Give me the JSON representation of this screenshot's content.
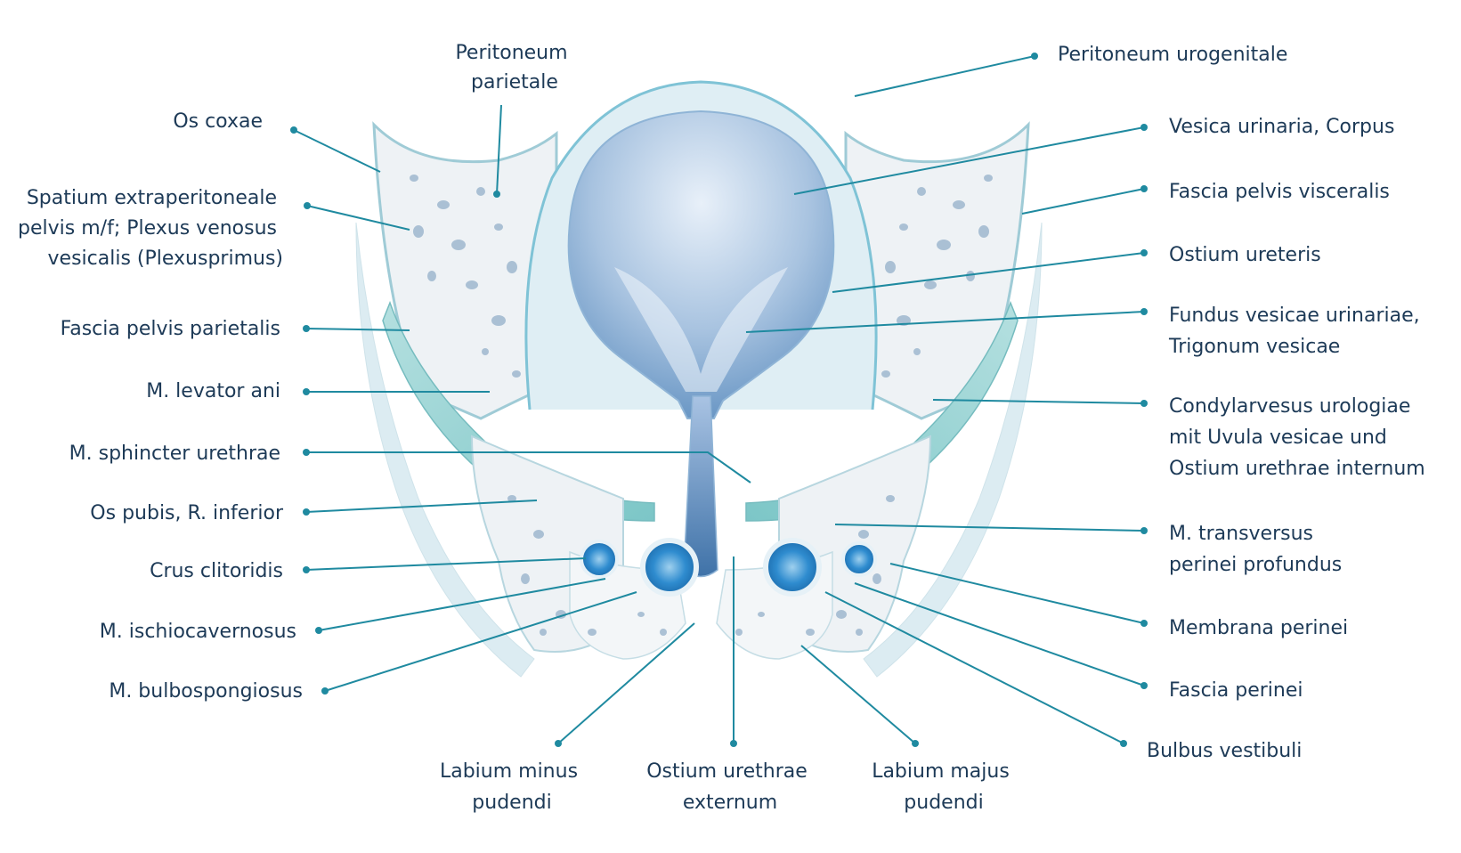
{
  "labels": {
    "os_coxae": "Os coxae",
    "peritoneum_parietale": [
      "Peritoneum",
      "parietale"
    ],
    "peritoneum_urogenitale": "Peritoneum urogenitale",
    "vesica_urinaria": "Vesica urinaria, Corpus",
    "spatium": [
      "Spatium extraperitoneale",
      "pelvis m/f; Plexus venosus",
      "vesicalis (Plexusprimus)"
    ],
    "fascia_pelvis_visceralis": "Fascia pelvis visceralis",
    "ostium_ureteris": "Ostium ureteris",
    "fascia_pelvis_parietalis": "Fascia pelvis parietalis",
    "fundus": [
      "Fundus vesicae urinariae,",
      "Trigonum vesicae"
    ],
    "levator_ani": "M. levator ani",
    "condylarvesus": [
      "Condylarvesus urologiae",
      "mit Uvula vesicae und",
      "Ostium urethrae internum"
    ],
    "sphincter_urethrae": "M. sphincter urethrae",
    "os_pubis": "Os pubis, R. inferior",
    "transversus": [
      "M. transversus",
      "perinei profundus"
    ],
    "crus_clitoridis": "Crus clitoridis",
    "membrana_perinei": "Membrana perinei",
    "ischiocavernosus": "M. ischiocavernosus",
    "fascia_perinei": "Fascia perinei",
    "bulbospongiosus": "M. bulbospongiosus",
    "bulbus_vestibuli": "Bulbus vestibuli",
    "labium_minus": [
      "Labium minus",
      "pudendi"
    ],
    "ostium_externum": [
      "Ostium urethrae",
      "externum"
    ],
    "labium_majus": [
      "Labium majus",
      "pudendi"
    ]
  },
  "colors": {
    "label_text": "#1d3a57",
    "leader": "#1f8aa0",
    "bladder_dark": "#5f8fc0",
    "bladder_light": "#eef4fb",
    "bone_fill": "#eef2f5",
    "bone_pore": "#9fb8cf",
    "muscle_teal": "#8ccfd0",
    "outline": "#7fc3d6"
  }
}
